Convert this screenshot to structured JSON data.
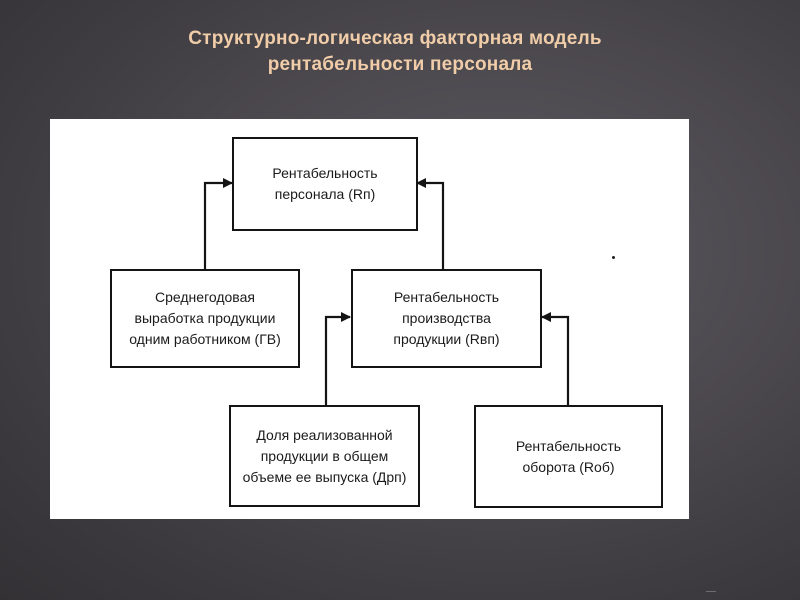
{
  "slide": {
    "title_line1": "Структурно-логическая факторная модель",
    "title_line2": "рентабельности персонала"
  },
  "diagram": {
    "nodes": [
      {
        "id": "profitability-personnel",
        "lines": [
          "Рентабельность",
          "персонала (Rп)"
        ]
      },
      {
        "id": "avg-annual-output",
        "lines": [
          "Среднегодовая",
          "выработка продукции",
          "одним работником (ГВ)"
        ]
      },
      {
        "id": "profitability-production",
        "lines": [
          "Рентабельность",
          "производства",
          "продукции (Rвп)"
        ]
      },
      {
        "id": "share-sold",
        "lines": [
          "Доля реализованной",
          "продукции в общем",
          "объеме ее выпуска (Дрп)"
        ]
      },
      {
        "id": "profitability-turnover",
        "lines": [
          "Рентабельность",
          "оборота (Rоб)"
        ]
      }
    ],
    "edges": [
      {
        "from": "avg-annual-output",
        "to": "profitability-personnel"
      },
      {
        "from": "profitability-production",
        "to": "profitability-personnel"
      },
      {
        "from": "share-sold",
        "to": "profitability-production"
      },
      {
        "from": "profitability-turnover",
        "to": "profitability-production"
      }
    ]
  }
}
